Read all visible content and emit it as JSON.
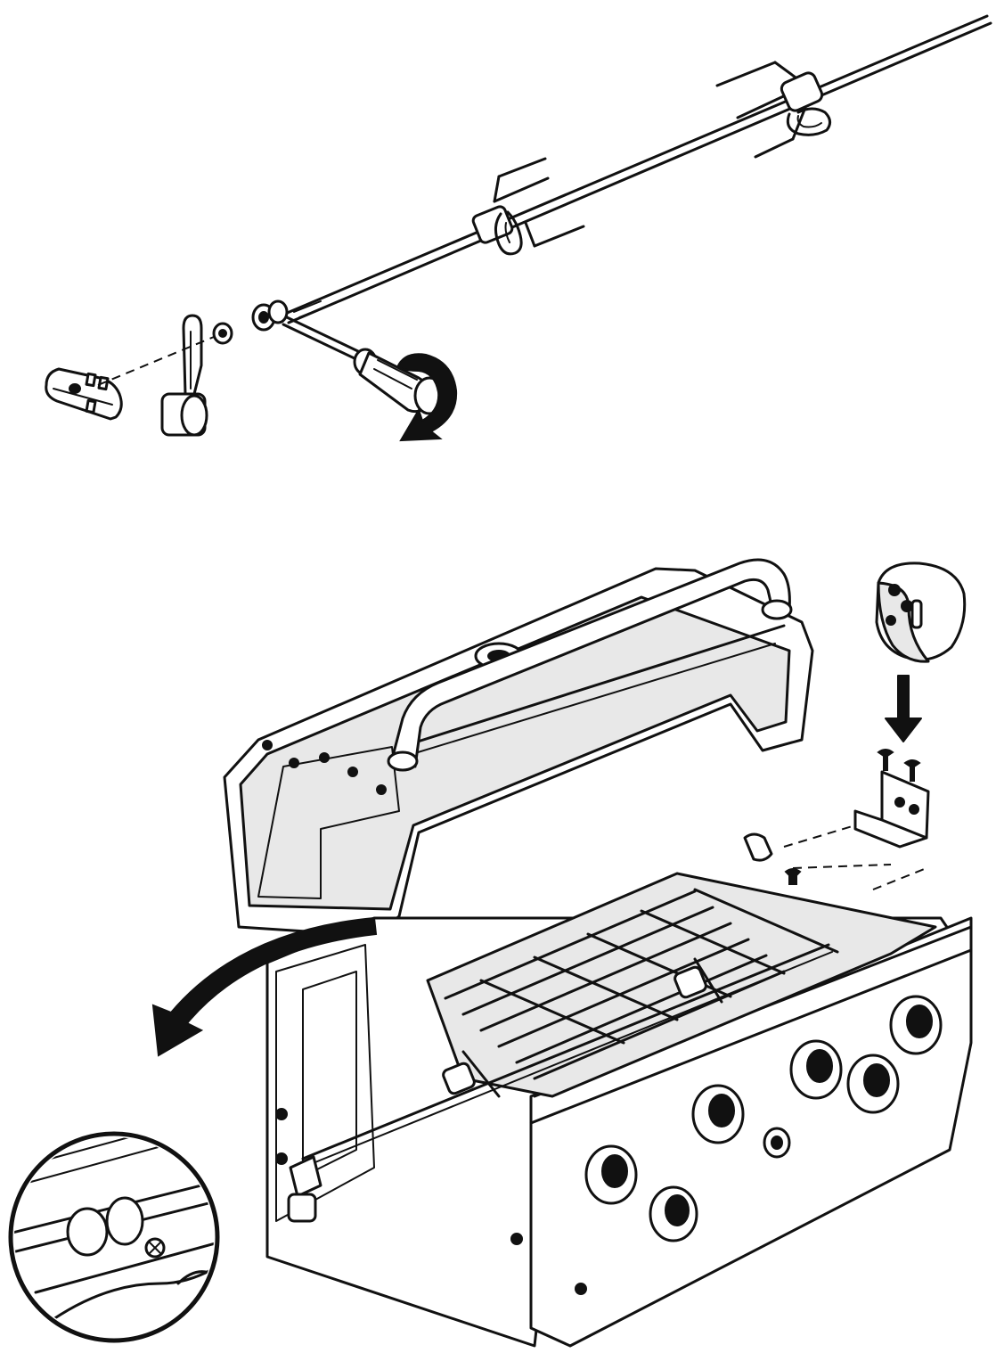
{
  "figures": [
    {
      "id": "rotisserie-spit-assembly",
      "parts": [
        "spit-rod",
        "meat-fork-front",
        "meat-fork-rear",
        "collar-bushing",
        "washer",
        "counterbalance",
        "handle",
        "screwdriver"
      ],
      "action": "tighten-clockwise"
    },
    {
      "id": "grill-installation",
      "parts": [
        "grill-lid",
        "lid-handle",
        "rotisserie-motor",
        "motor-bracket",
        "bracket-screws",
        "spit-on-grill",
        "cooking-grates",
        "control-knobs"
      ],
      "callout": "detail-bushing-in-slot"
    }
  ],
  "icons": {
    "rotation": "clockwise-arrow-icon",
    "down": "down-arrow-icon",
    "callout": "curved-pointer-arrow-icon"
  },
  "colors": {
    "line": "#111111",
    "background": "#ffffff"
  }
}
